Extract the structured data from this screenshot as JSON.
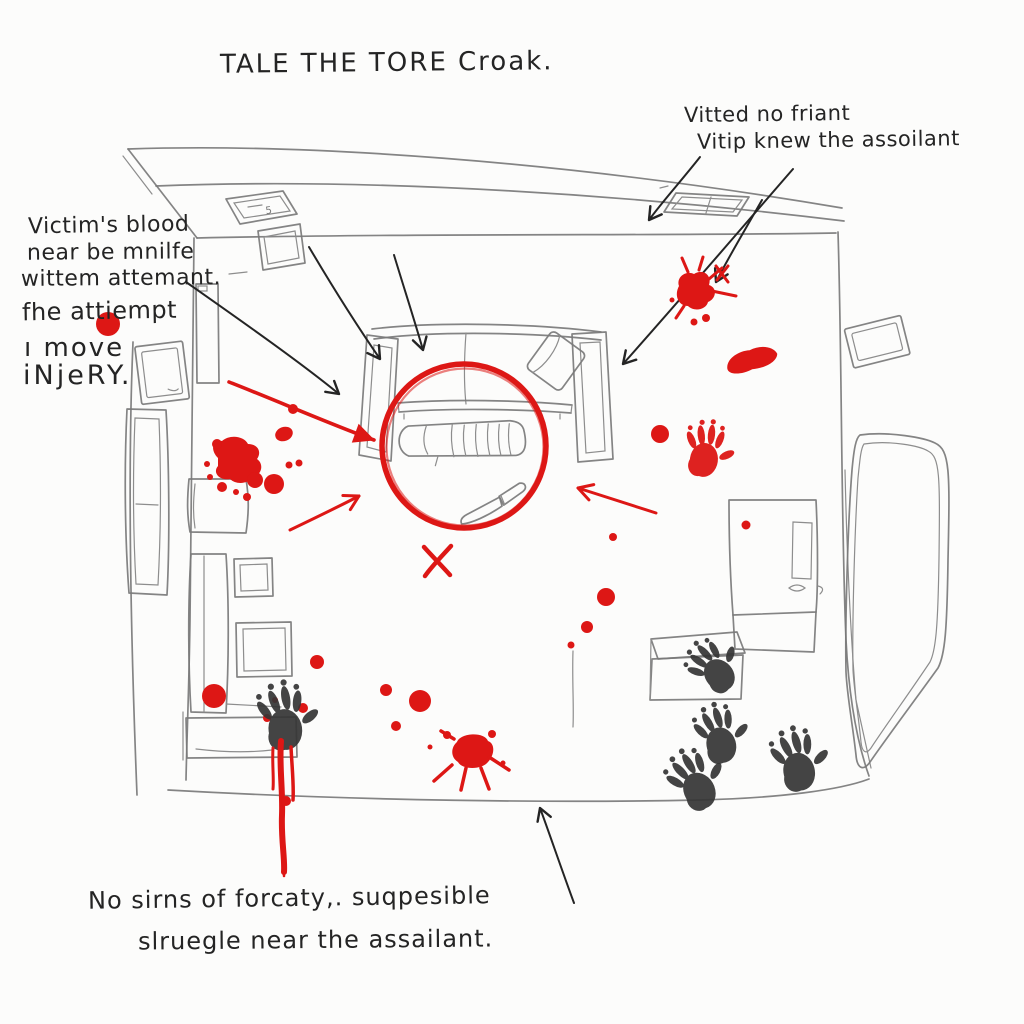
{
  "title": "TALE THE TORE Croak.",
  "notes": {
    "top_right": [
      "Vitted no friant",
      "Vitip knew the assoilant"
    ],
    "left": [
      "Victim's blood",
      "near be mnilfe",
      "wittem attemant.",
      "fhe attiempt",
      "ı move",
      "iNjeRY."
    ],
    "bottom": [
      "No sirns of forcaty,. suqpesible",
      "slruegle near the assailant."
    ]
  },
  "labels": {
    "vent_marking": "5"
  },
  "colors": {
    "blood_red": "#dd1715",
    "pencil_gray": "#7a7a7a",
    "ink_black": "#242424",
    "handprint_black": "#353535",
    "paper_white": "#fcfcfb"
  }
}
